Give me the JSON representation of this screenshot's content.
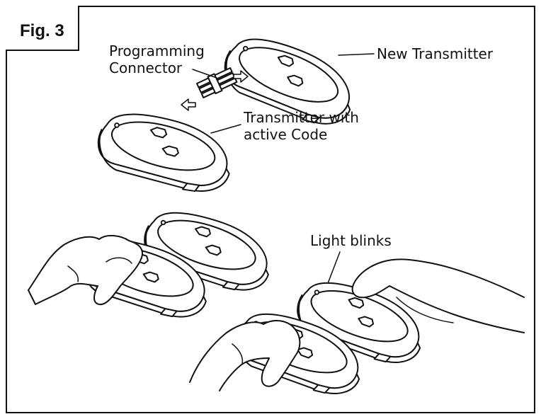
{
  "figure": {
    "label": "Fig. 3"
  },
  "callouts": {
    "programming_connector_line1": "Programming",
    "programming_connector_line2": "Connector",
    "new_transmitter": "New Transmitter",
    "active_code_line1": "Transmitter with",
    "active_code_line2": "active Code",
    "light_blinks": "Light blinks"
  }
}
